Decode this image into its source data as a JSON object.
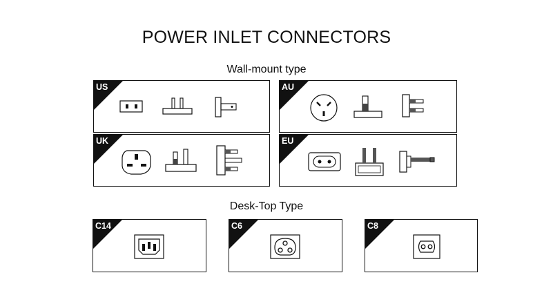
{
  "title": "POWER INLET CONNECTORS",
  "sections": {
    "wall_mount": "Wall-mount type",
    "desk_top": "Desk-Top  Type"
  },
  "panels": {
    "us": "US",
    "au": "AU",
    "uk": "UK",
    "eu": "EU",
    "c14": "C14",
    "c6": "C6",
    "c8": "C8"
  },
  "colors": {
    "ink": "#111111",
    "background": "#ffffff"
  }
}
